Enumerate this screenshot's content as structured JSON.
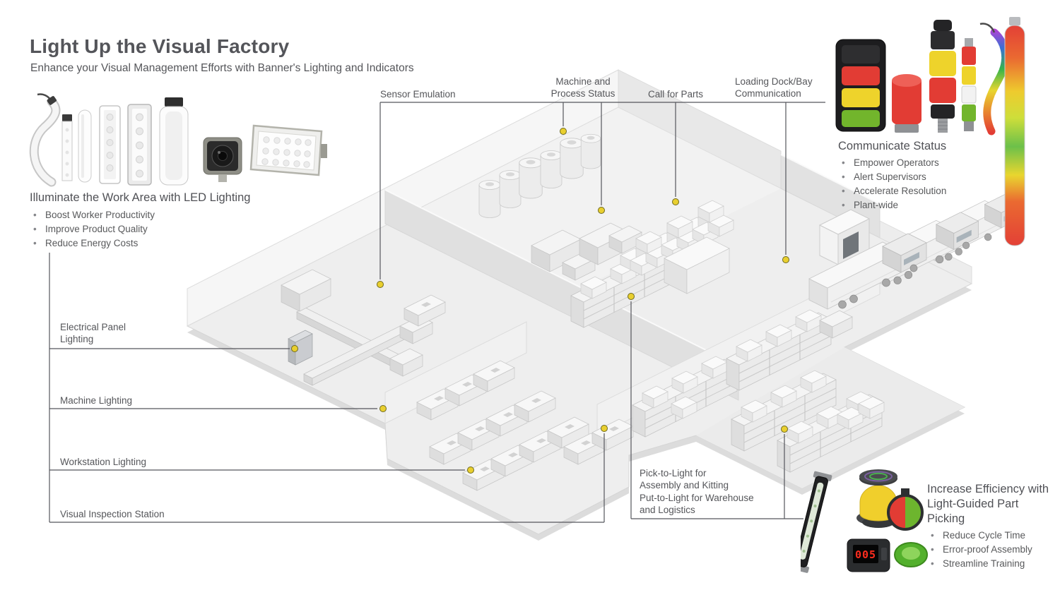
{
  "title": "Light Up the Visual Factory",
  "subtitle": "Enhance your Visual Management Efforts with Banner's Lighting and Indicators",
  "led": {
    "heading": "Illuminate the Work Area with LED Lighting",
    "bullets": [
      "Boost Worker Productivity",
      "Improve Product Quality",
      "Reduce Energy Costs"
    ],
    "products": [
      "flexible-led-strip",
      "mini-strip-light",
      "led-tube-light",
      "led-strip-light",
      "led-bar-light",
      "heavy-duty-tube-light",
      "spot-light",
      "work-area-light"
    ]
  },
  "callouts": {
    "left": [
      "Electrical Panel Lighting",
      "Machine Lighting",
      "Workstation Lighting",
      "Visual Inspection Station"
    ],
    "top": [
      "Sensor Emulation",
      "Machine and Process Status",
      "Call for Parts",
      "Loading Dock/Bay Communication"
    ],
    "pick": [
      "Pick-to-Light for Assembly and Kitting",
      "Put-to-Light for Warehouse and Logistics"
    ]
  },
  "status": {
    "heading": "Communicate Status",
    "bullets": [
      "Empower Operators",
      "Alert Supervisors",
      "Accelerate Resolution",
      "Plant-wide"
    ],
    "products": [
      "ez-status-indicator",
      "domed-indicator",
      "tower-light",
      "segmented-tower-light",
      "flexible-rgb-strip",
      "multicolor-strip-light"
    ]
  },
  "efficiency": {
    "heading": "Increase Efficiency with Light-Guided Part Picking",
    "bullets": [
      "Reduce Cycle Time",
      "Error-proof Assembly",
      "Streamline Training"
    ],
    "display_value": "005",
    "products": [
      "pick-iq-sensor-bar",
      "wireless-dome-indicator",
      "bi-color-indicator",
      "digital-display",
      "optical-touch-button"
    ]
  },
  "colors": {
    "text": "#58595b",
    "line": "#55565c",
    "marker": "#e8cd2e",
    "red": "#e23c34",
    "yellow": "#eed32b",
    "green": "#72b52c"
  }
}
